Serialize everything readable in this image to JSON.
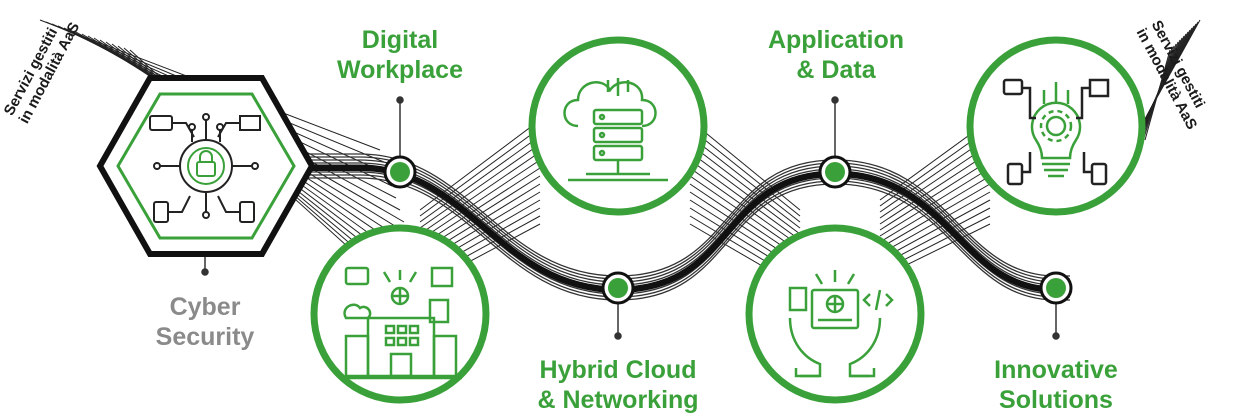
{
  "side_text": {
    "left_line1": "Servizi gestiti",
    "left_line2": "in modalità AaS",
    "right_line1": "Servizi gestiti",
    "right_line2": "in modalità AaS"
  },
  "nodes": [
    {
      "id": "cyber-security",
      "line1": "Cyber",
      "line2": "Security",
      "color": "#8a8a8a"
    },
    {
      "id": "digital-workplace",
      "line1": "Digital",
      "line2": "Workplace",
      "color": "#3aa13a"
    },
    {
      "id": "hybrid-cloud",
      "line1": "Hybrid Cloud",
      "line2": "& Networking",
      "color": "#3aa13a"
    },
    {
      "id": "application-data",
      "line1": "Application",
      "line2": "& Data",
      "color": "#3aa13a"
    },
    {
      "id": "innovative-solutions",
      "line1": "Innovative",
      "line2": "Solutions",
      "color": "#3aa13a"
    }
  ],
  "colors": {
    "accent": "#3aa13a",
    "line": "#111111"
  },
  "icons": [
    "security-lock-icon",
    "cloud-server-icon",
    "lightbulb-gear-icon",
    "digital-office-icon",
    "hands-code-icon"
  ]
}
